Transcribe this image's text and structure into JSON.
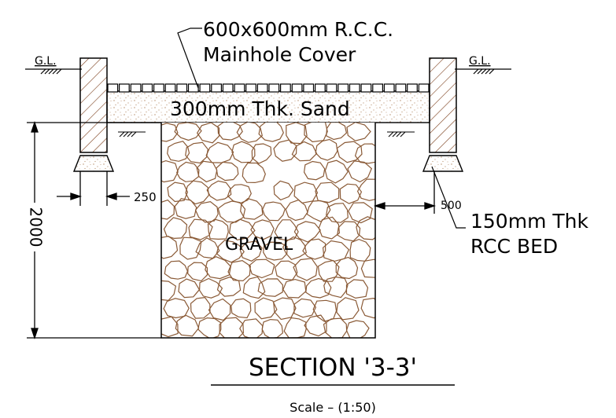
{
  "labels": {
    "cover_line1": "600x600mm R.C.C.",
    "cover_line2": "Mainhole Cover",
    "gl_left": "G.L.",
    "gl_right": "G.L.",
    "sand": "300mm Thk. Sand",
    "gravel": "GRAVEL",
    "dim_250": "250",
    "dim_500": "500",
    "dim_2000": "2000",
    "bed_line1": "150mm Thk",
    "bed_line2": "RCC BED",
    "title": "SECTION '3-3'",
    "scale": "Scale – (1:50)"
  },
  "colors": {
    "line": "#000000",
    "hatch": "#7a3d1a",
    "sand_dots": "#b48a66",
    "gravel": "#8a5a36",
    "background": "#ffffff"
  }
}
